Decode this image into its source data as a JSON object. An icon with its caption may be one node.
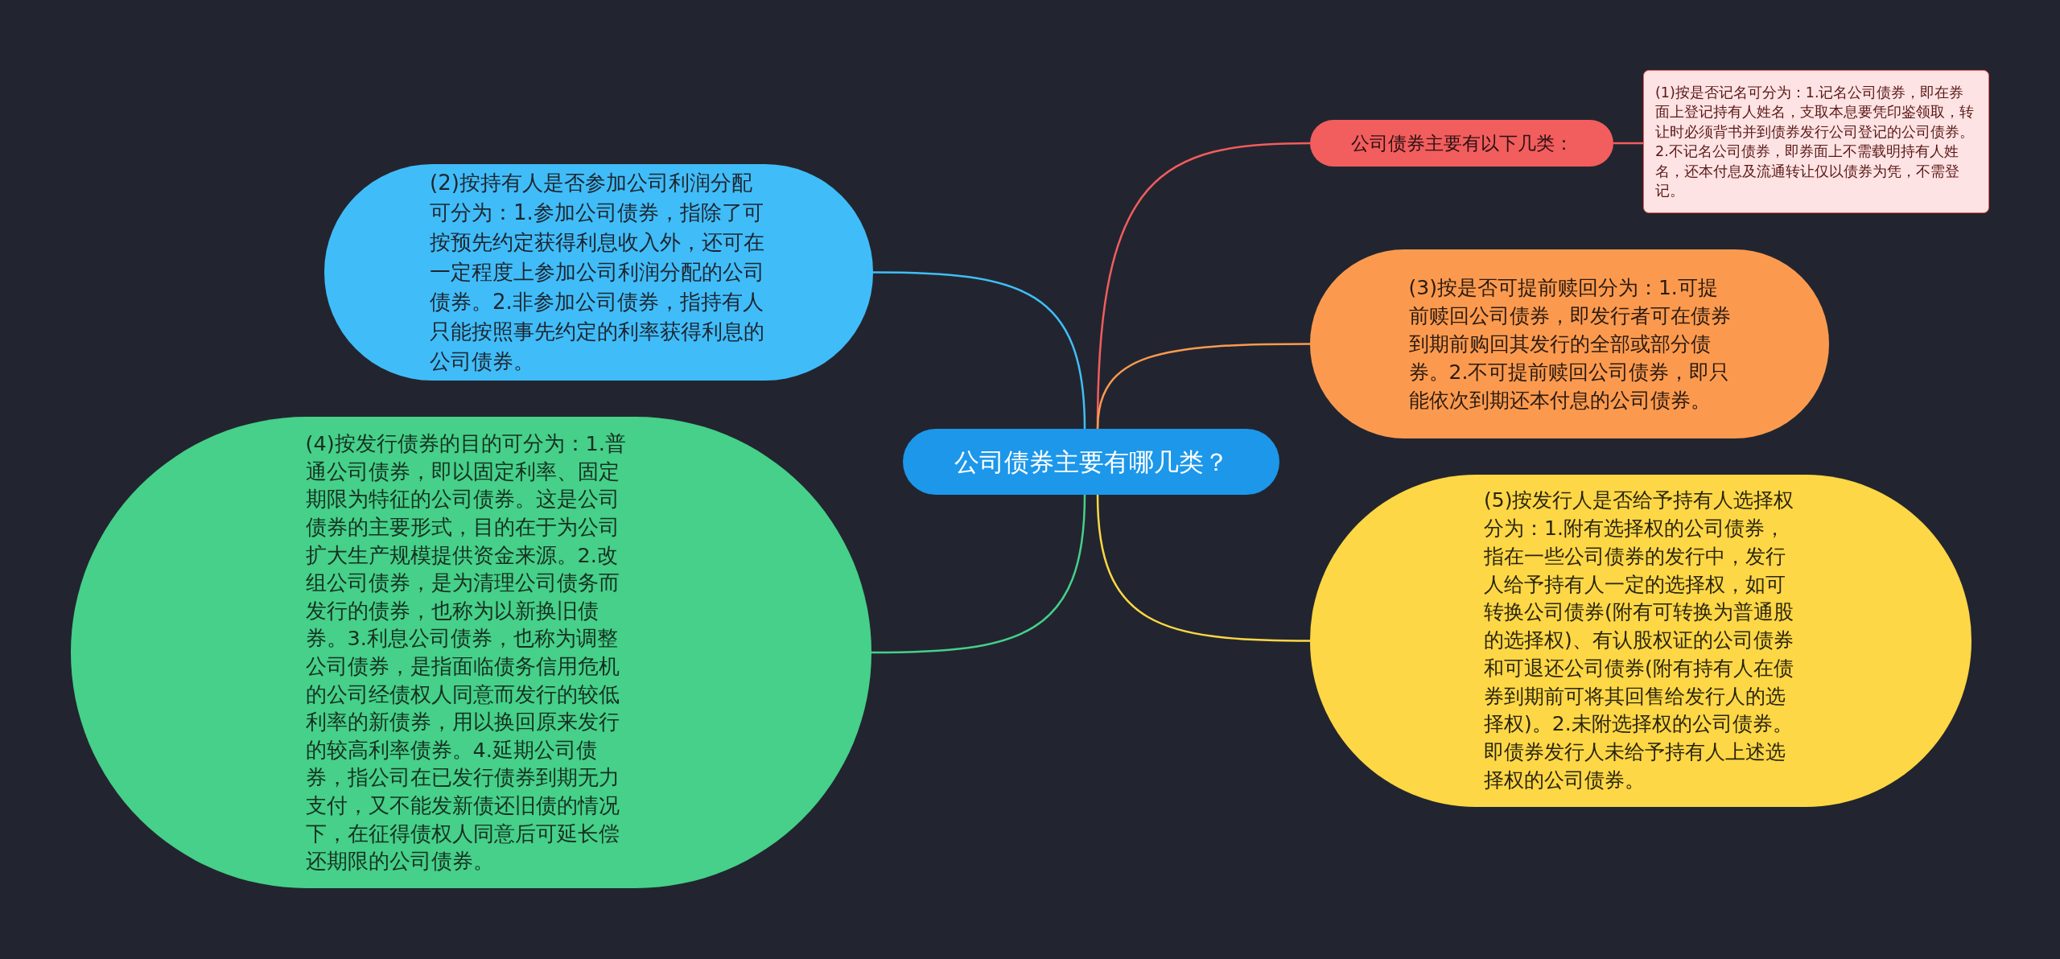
{
  "diagram": {
    "nodes": [
      {
        "text": [
          "公司债券主要有哪几类？"
        ]
      },
      {
        "text": [
          "公司债券主要有以下几类："
        ]
      },
      {
        "text": [
          "(1)按是否记名可分为：1.记名公司债券，即在券面上登记持有人姓名，支取本息要凭印鉴领取，转让时必须背书并到债券发行公司登记的公司债券。2.不记名公司债券，即券面上不需载明持有人姓名，还本付息及流通转让仅以债券为凭，不需登记。"
        ]
      },
      {
        "text": [
          "(2)按持有人是否参加公司利润分配可分为：1.参加公司债券，指除了可按预先约定获得利息收入外，还可在一定程度上参加公司利润分配的公司债券。2.非参加公司债券，指持有人只能按照事先约定的利率获得利息的公司债券。"
        ]
      },
      {
        "text": [
          "(3)按是否可提前赎回分为：1.可提前赎回公司债券，即发行者可在债券到期前购回其发行的全部或部分债券。2.不可提前赎回公司债券，即只能依次到期还本付息的公司债券。"
        ]
      },
      {
        "text": [
          "(4)按发行债券的目的可分为：1.普通公司债券，即以固定利率、固定期限为特征的公司债券。这是公司债券的主要形式，目的在于为公司扩大生产规模提供资金来源。2.改组公司债券，是为清理公司债务而发行的债券，也称为以新换旧债券。3.利息公司债券，也称为调整公司债券，是指面临债务信用危机的公司经债权人同意而发行的较低利率的新债券，用以换回原来发行的较高利率债券。4.延期公司债券，指公司在已发行债券到期无力支付，又不能发新债还旧债的情况下，在征得债权人同意后可延长偿还期限的公司债券。"
        ]
      },
      {
        "text": [
          "(5)按发行人是否给予持有人选择权分为：1.附有选择权的公司债券，指在一些公司债券的发行中，发行人给予持有人一定的选择权，如可转换公司债券(附有可转换为普通股的选择权)、有认股权证的公司债券和可退还公司债券(附有持有人在债券到期前可将其回售给发行人的选择权)。2.未附选择权的公司债券。即债券发行人未给予持有人上述选择权的公司债券。"
        ]
      }
    ],
    "edges": [
      {
        "from": 0,
        "to": 1,
        "arrow": "none",
        "color": "#f25d5e"
      },
      {
        "from": 1,
        "to": 2,
        "arrow": "none",
        "color": "#f25d5e"
      },
      {
        "from": 0,
        "to": 3,
        "arrow": "none",
        "color": "#40bdf8"
      },
      {
        "from": 0,
        "to": 4,
        "arrow": "none",
        "color": "#fb9a4f"
      },
      {
        "from": 0,
        "to": 5,
        "arrow": "none",
        "color": "#46d08a"
      },
      {
        "from": 0,
        "to": 6,
        "arrow": "none",
        "color": "#fdd745"
      }
    ]
  }
}
